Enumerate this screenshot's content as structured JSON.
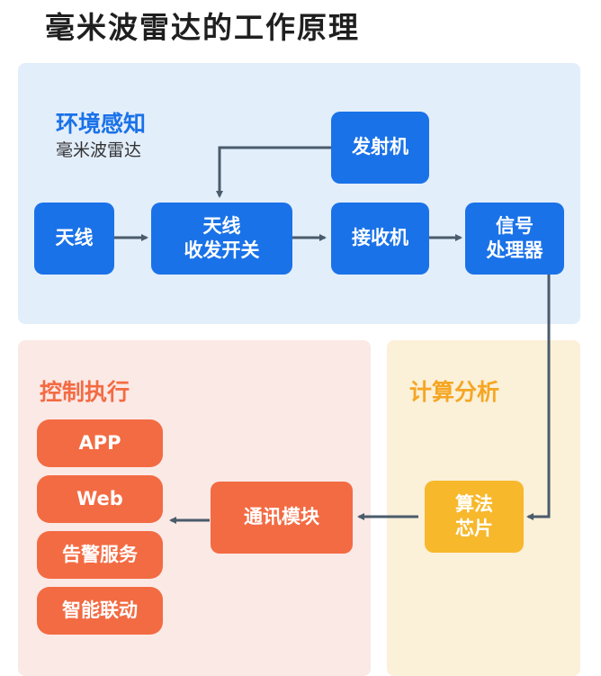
{
  "title": "毫米波雷达的工作原理",
  "colors": {
    "blue": "#1a72e8",
    "orange": "#f36b43",
    "yellow": "#f7b82c",
    "arrow": "#4a5b6b",
    "sense_bg": "#e3eefb",
    "control_bg": "#fbe9e6",
    "compute_bg": "#fbf0d8"
  },
  "sections": {
    "sense": {
      "title": "环境感知",
      "subtitle": "毫米波雷达"
    },
    "compute": {
      "title": "计算分析"
    },
    "control": {
      "title": "控制执行"
    }
  },
  "nodes": {
    "antenna": "天线",
    "switch": "天线\n收发开关",
    "transmitter": "发射机",
    "receiver": "接收机",
    "processor": "信号\n处理器",
    "chip": "算法\n芯片",
    "comm": "通讯模块"
  },
  "outputs": [
    "APP",
    "Web",
    "告警服务",
    "智能联动"
  ]
}
